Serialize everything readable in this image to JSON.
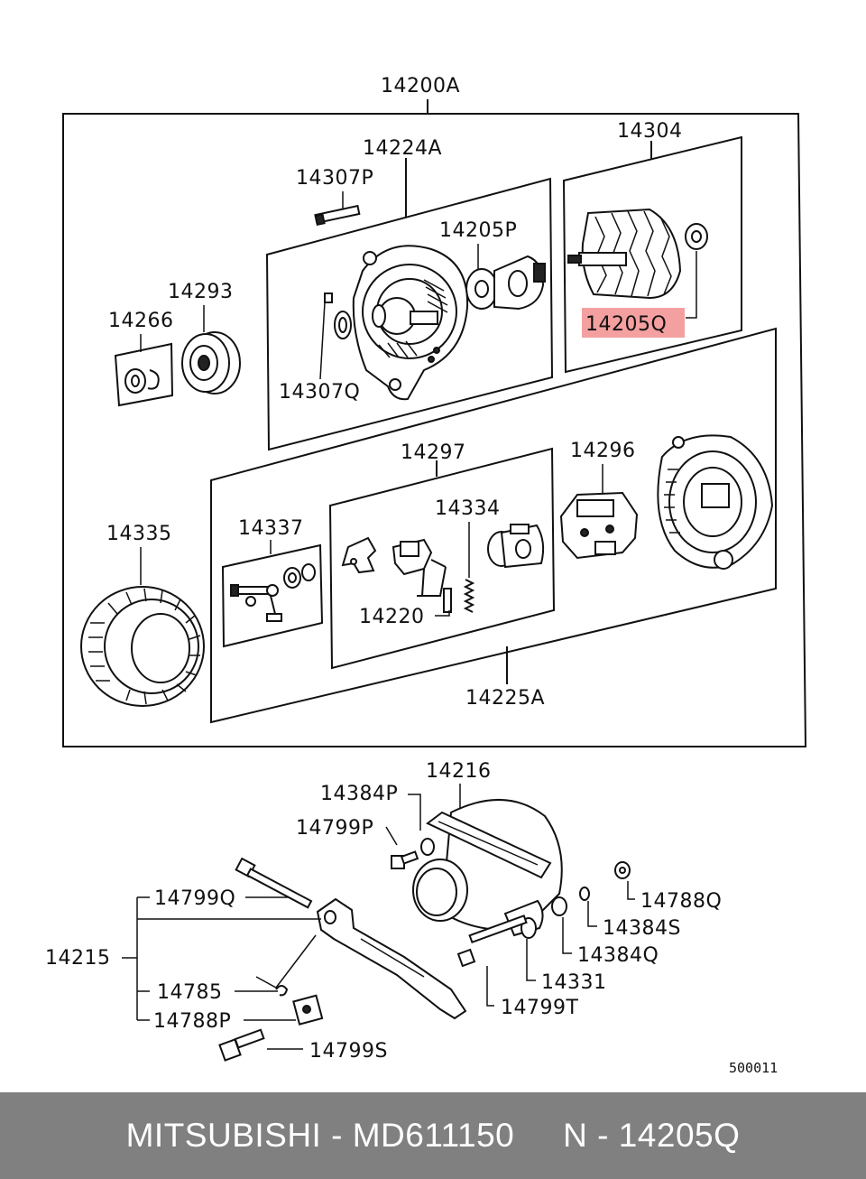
{
  "labels": {
    "assembly": "14200A",
    "rear_frame": "14224A",
    "rotor": "14304",
    "rear_bolt": "14307P",
    "bearing_p": "14205P",
    "pulley": "14293",
    "nut": "14266",
    "bearing_q": "14205Q",
    "stud": "14307Q",
    "front_frame": "14297",
    "brush_holder": "14296",
    "stator": "14335",
    "terminal_kit": "14337",
    "spring": "14334",
    "brush": "14220",
    "front_assy": "14225A",
    "bracket": "14216",
    "washer_p": "14384P",
    "bolt_p": "14799P",
    "bolt_q": "14799Q",
    "brace": "14215",
    "clip": "14785",
    "nut_p": "14788P",
    "bolt_s": "14799S",
    "nut_q": "14788Q",
    "washer_s": "14384S",
    "washer_q": "14384Q",
    "spacer": "14331",
    "bolt_t": "14799T",
    "drawing_number": "500011"
  },
  "highlight_color": "#f4a0a0",
  "footer": {
    "text": "MITSUBISHI - MD611150     N - 14205Q",
    "background": "#808080"
  }
}
